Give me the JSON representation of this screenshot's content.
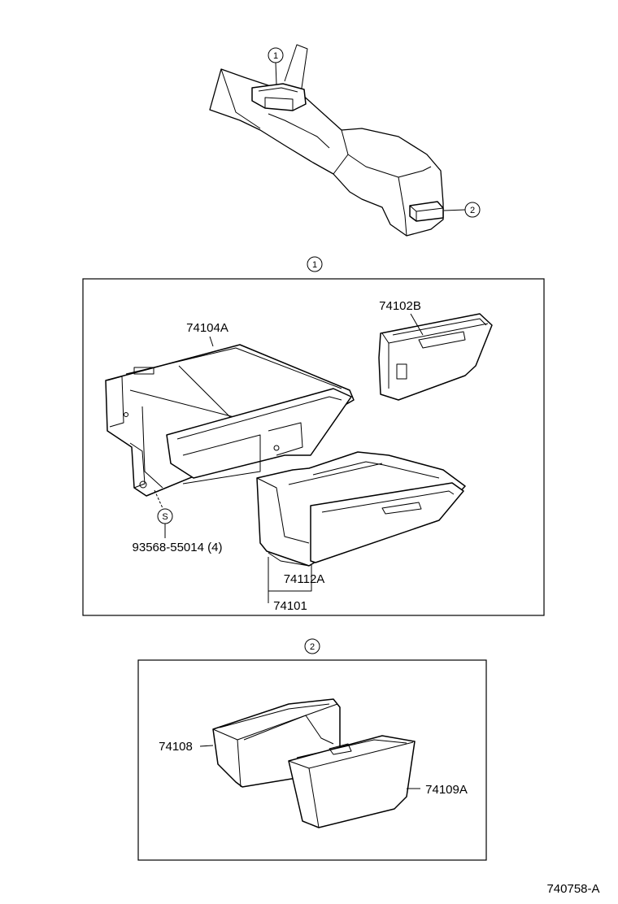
{
  "callouts": {
    "one": "1",
    "two": "2",
    "s": "S"
  },
  "parts": {
    "p74104A": "74104A",
    "p74102B": "74102B",
    "p93568": "93568-55014 (4)",
    "p74112A": "74112A",
    "p74101": "74101",
    "p74108": "74108",
    "p74109A": "74109A"
  },
  "diagram_code": "740758-A"
}
